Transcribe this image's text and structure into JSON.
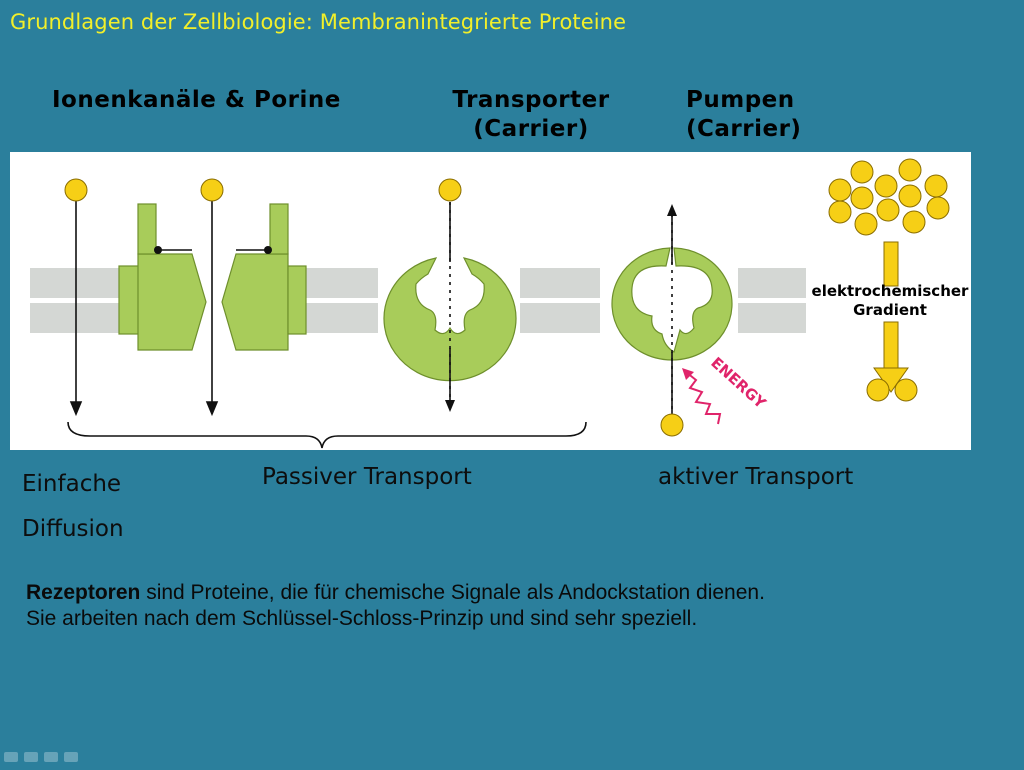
{
  "title": "Grundlagen der Zellbiologie: Membranintegrierte Proteine",
  "headers": {
    "channels": "Ionenkanäle & Porine",
    "transporter_line1": "Transporter",
    "transporter_line2": "(Carrier)",
    "pumps_line1": "Pumpen",
    "pumps_line2": "(Carrier)"
  },
  "diagram": {
    "gradient_line1": "elektrochemischer",
    "gradient_line2": "Gradient",
    "energy": "ENERGY"
  },
  "labels": {
    "einfache_line1": "Einfache",
    "einfache_line2": "Diffusion",
    "passive": "Passiver Transport",
    "active": "aktiver Transport"
  },
  "receptor": {
    "bold": "Rezeptoren",
    "line1_rest": " sind Proteine, die für chemische Signale als Andockstation dienen.",
    "line2": "Sie arbeiten nach dem Schlüssel-Schloss-Prinzip und sind sehr speziell."
  },
  "colors": {
    "background": "#2b7f9c",
    "title": "#f2ef2a",
    "protein": "#a8cc5a",
    "membrane": "#d4d7d4",
    "ion": "#f6cf16",
    "energy": "#e0246a"
  }
}
